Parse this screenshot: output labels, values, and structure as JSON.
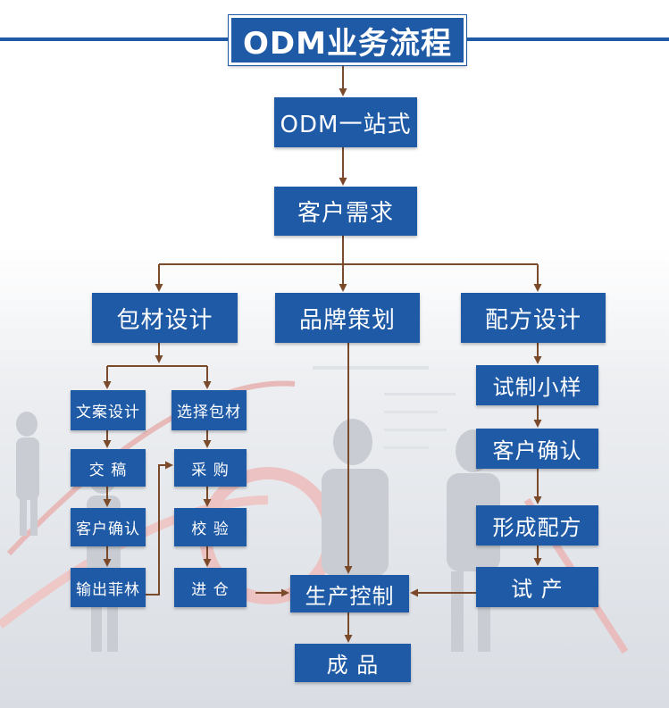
{
  "title": "ODM业务流程",
  "nodes": {
    "one_stop": "ODM一站式",
    "customer_demand": "客户需求",
    "packaging_design": "包材设计",
    "brand_planning": "品牌策划",
    "formula_design": "配方设计",
    "copy_design": "文案设计",
    "select_packaging": "选择包材",
    "draft": "交  稿",
    "purchase": "采  购",
    "customer_confirm_left": "客户确认",
    "inspect": "校  验",
    "output_film": "输出菲林",
    "warehouse": "进  仓",
    "sample_trial": "试制小样",
    "customer_confirm_right": "客户确认",
    "form_formula": "形成配方",
    "trial_production": "试  产",
    "production_control": "生产控制",
    "finished_product": "成  品"
  },
  "colors": {
    "box_fill": "#1f5aa6",
    "box_text": "#ffffff",
    "connector": "#7a4a2a"
  }
}
